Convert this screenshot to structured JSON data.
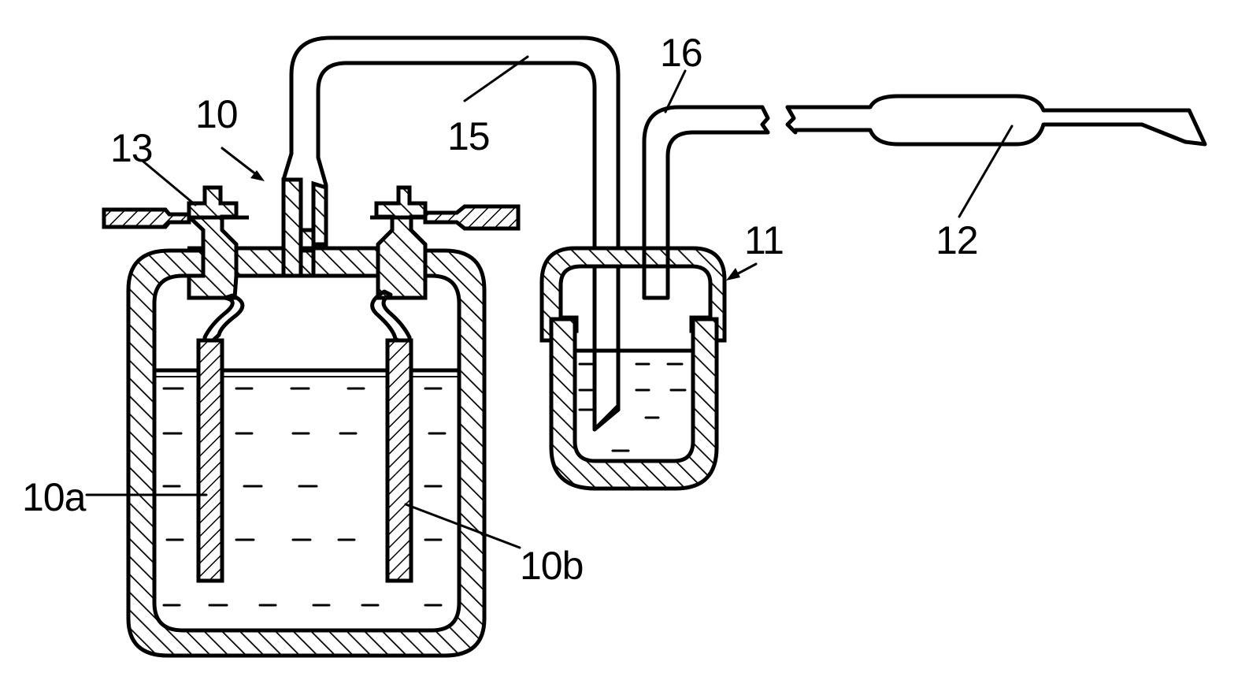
{
  "figure": {
    "labels": {
      "generator": "10",
      "electrode_a": "10a",
      "electrode_b": "10b",
      "bubbler": "11",
      "nozzle": "12",
      "terminal": "13",
      "outlet_tube": "15",
      "delivery_tube": "16"
    }
  },
  "colors": {
    "ink": "#000000",
    "paper": "#ffffff"
  }
}
